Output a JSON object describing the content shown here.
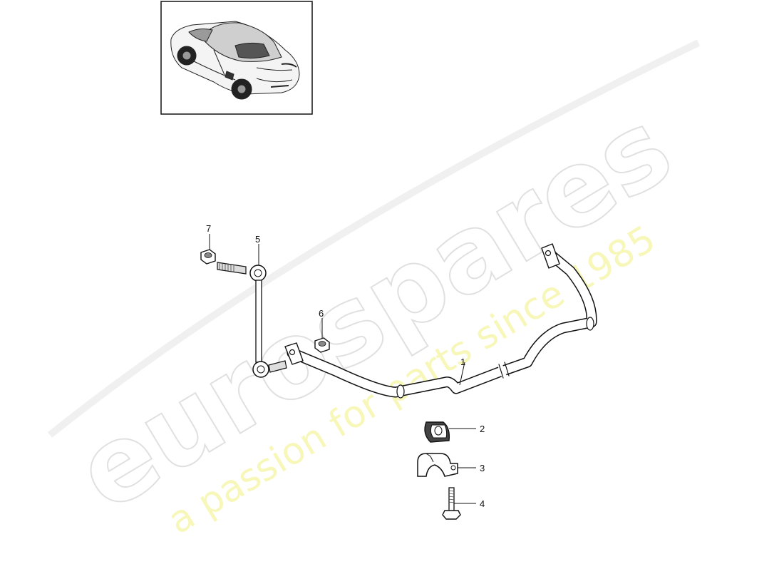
{
  "watermark": {
    "brand": "eurospares",
    "tagline": "a passion for parts since 1985",
    "tagline_color": "#eeee66"
  },
  "thumbnail": {
    "icon": "convertible-car-icon"
  },
  "callouts": [
    {
      "id": "1",
      "label": "1"
    },
    {
      "id": "2",
      "label": "2"
    },
    {
      "id": "3",
      "label": "3"
    },
    {
      "id": "4",
      "label": "4"
    },
    {
      "id": "5",
      "label": "5"
    },
    {
      "id": "6",
      "label": "6"
    },
    {
      "id": "7",
      "label": "7"
    }
  ],
  "colors": {
    "line": "#111111",
    "part_fill": "#ffffff",
    "shade": "#7a7a7a"
  }
}
